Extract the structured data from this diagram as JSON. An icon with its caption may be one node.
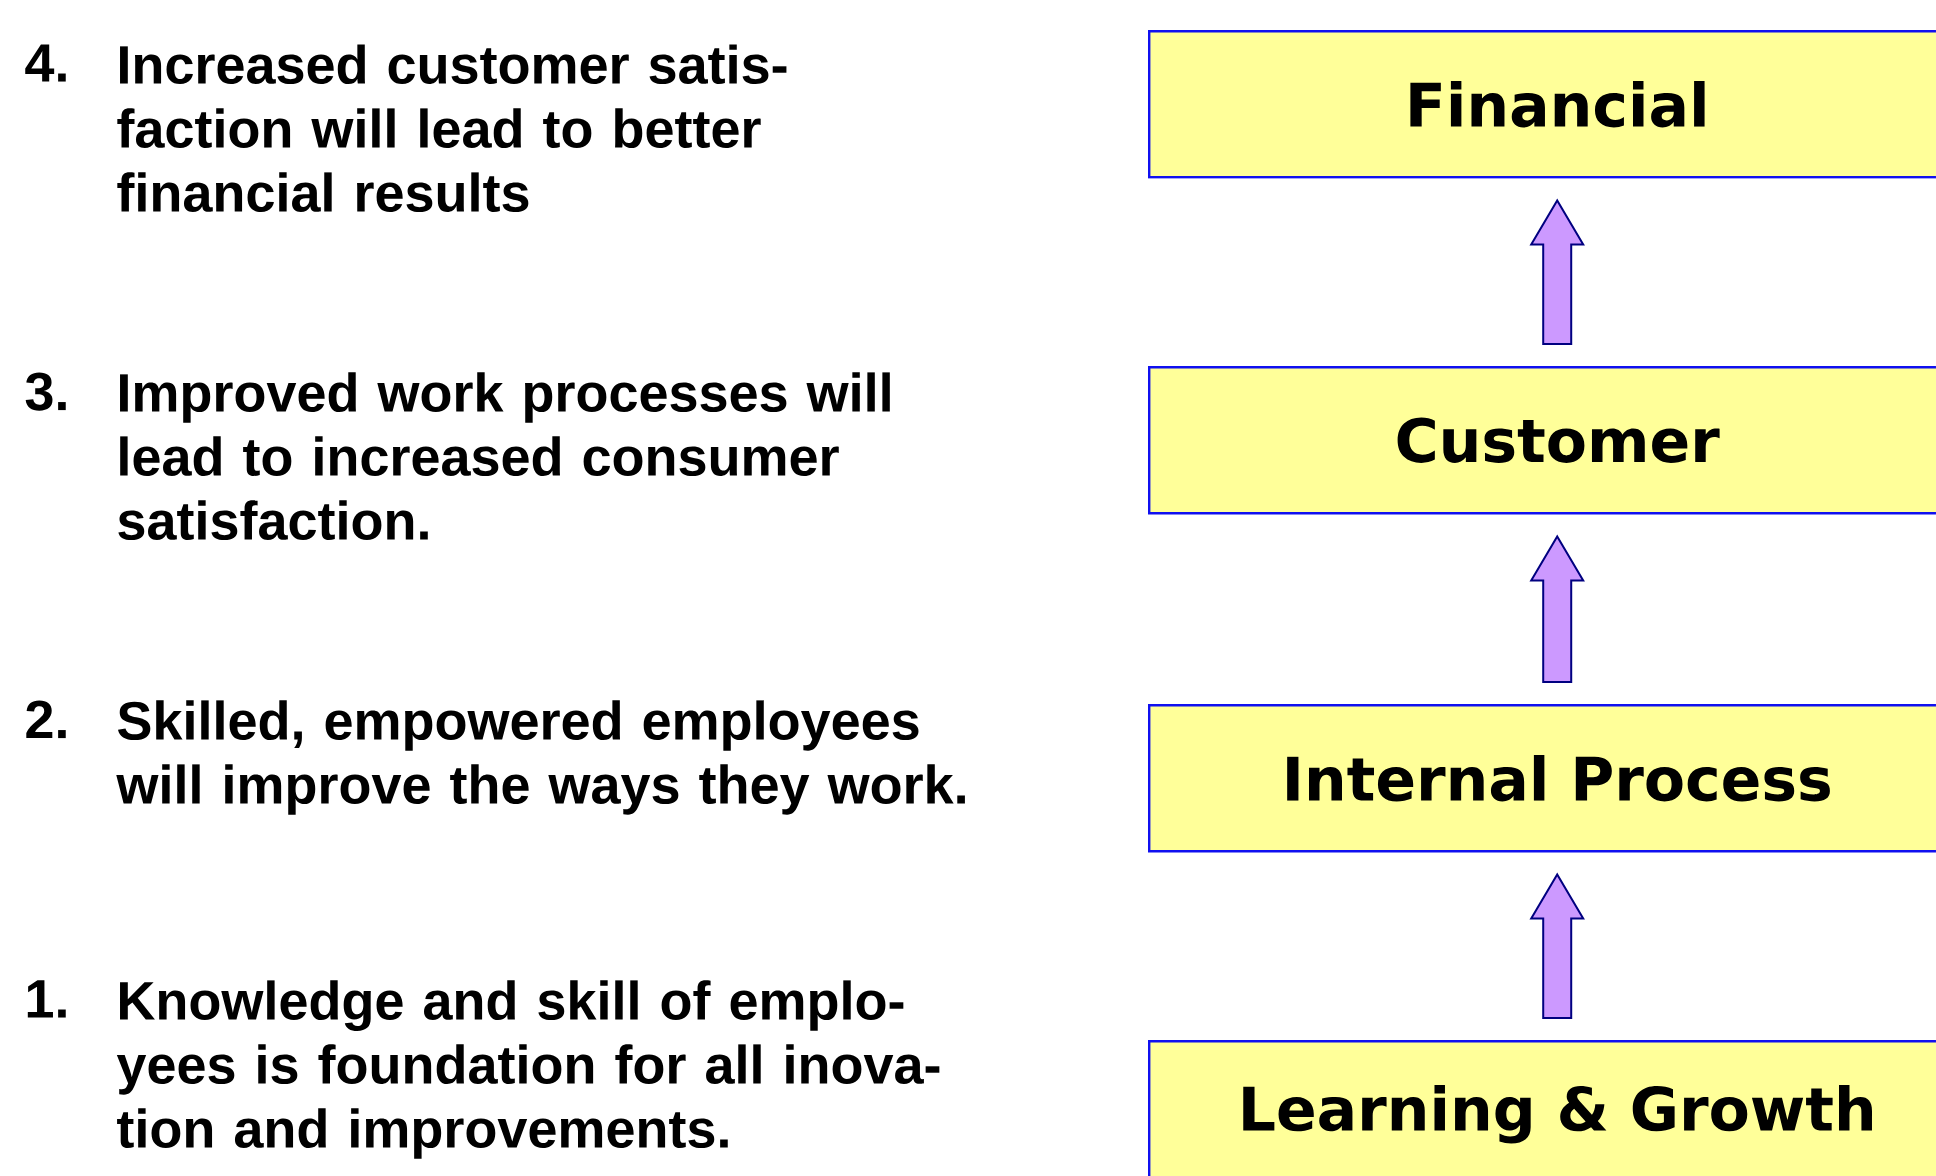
{
  "diagram": {
    "nodes": [
      {
        "text": [
          "Financial"
        ]
      },
      {
        "text": [
          "Customer"
        ]
      },
      {
        "text": [
          "Internal Process"
        ]
      },
      {
        "text": [
          "Learning & Growth"
        ]
      }
    ],
    "edges": [
      {
        "from": 3,
        "to": 2,
        "arrow": "to"
      },
      {
        "from": 2,
        "to": 1,
        "arrow": "to"
      },
      {
        "from": 1,
        "to": 0,
        "arrow": "to"
      }
    ],
    "labels": [
      "4.",
      "Increased customer satis-faction will lead to better financial results",
      "3.",
      "Improved work processes will lead to increased consumer satisfaction.",
      "2.",
      "Skilled, empowered employees will improve the ways they work.",
      "1.",
      "Knowledge and skill of emplo-yees is foundation for all inova-tion and improvements."
    ]
  }
}
